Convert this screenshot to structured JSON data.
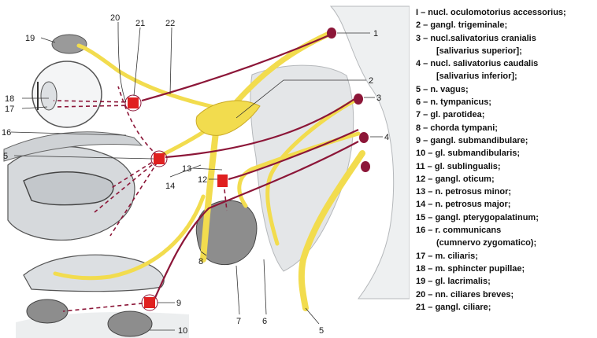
{
  "diagram": {
    "labels": {
      "n1": "1",
      "n2": "2",
      "n3": "3",
      "n4": "4",
      "n5": "5",
      "n6": "6",
      "n7": "7",
      "n8": "8",
      "n9": "9",
      "n10": "10",
      "n12": "12",
      "n13": "13",
      "n14": "14",
      "n15": "5",
      "n16": "16",
      "n17": "17",
      "n18": "18",
      "n19": "19",
      "n20": "20",
      "n21": "21",
      "n22": "22"
    },
    "colors": {
      "nerve": "#f2dc4e",
      "nerve_outline": "#c9a823",
      "parasympathetic": "#8c1638",
      "ganglion": "#e02020",
      "nucleus": "#8c1638",
      "gland": "#8d8d8d",
      "tissue": "#e8eaec"
    }
  },
  "legend": {
    "items": [
      "I – nucl. oculomotorius accessorius;",
      "2 – gangl. trigeminale;",
      "3 – nucl.salivatorius cranialis",
      "[salivarius superior];",
      "4 – nucl. salivatorius caudalis",
      "[salivarius inferior];",
      "5 – n. vagus;",
      "6 – n. tympanicus;",
      "7 – gl. parotidea;",
      "8 – chorda tympani;",
      "9 – gangl. submandibulare;",
      "10 – gl. submandibularis;",
      "11 – gl. sublingualis;",
      "12 – gangl. oticum;",
      "13 – n. petrosus minor;",
      "14 – n. petrosus major;",
      "15 – gangl. pterygopalatinum;",
      "16 – r. communicans",
      "(cumnervo zygomatico);",
      "17 – m. ciliaris;",
      "18 – m. sphincter pupillae;",
      "19 – gl. lacrimalis;",
      "20 – nn. ciliares breves;",
      "21 – gangl. ciliare;"
    ]
  }
}
